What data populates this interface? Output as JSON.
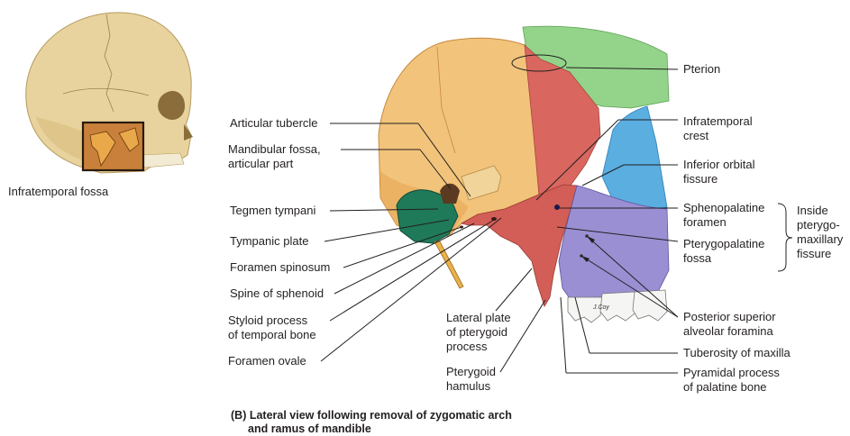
{
  "inset_caption": "Infratemporal fossa",
  "figure_caption": {
    "line1": "(B) Lateral view following removal of zygomatic arch",
    "line2": "and ramus of mandible"
  },
  "labels_left": {
    "articular_tubercle": "Articular tubercle",
    "mandibular_fossa_1": "Mandibular fossa,",
    "mandibular_fossa_2": "articular part",
    "tegmen_tympani": "Tegmen tympani",
    "tympanic_plate": "Tympanic plate",
    "foramen_spinosum": "Foramen spinosum",
    "spine_of_sphenoid": "Spine of sphenoid",
    "styloid_1": "Styloid process",
    "styloid_2": "of temporal bone",
    "foramen_ovale": "Foramen ovale"
  },
  "labels_center": {
    "lateral_plate_1": "Lateral plate",
    "lateral_plate_2": "of pterygoid",
    "lateral_plate_3": "process",
    "hamulus_1": "Pterygoid",
    "hamulus_2": "hamulus"
  },
  "labels_right": {
    "pterion": "Pterion",
    "infratemporal_crest_1": "Infratemporal",
    "infratemporal_crest_2": "crest",
    "inferior_orbital_1": "Inferior orbital",
    "inferior_orbital_2": "fissure",
    "sphenopalatine_1": "Sphenopalatine",
    "sphenopalatine_2": "foramen",
    "pterygopalatine_1": "Pterygopalatine",
    "pterygopalatine_2": "fossa",
    "posterior_superior_1": "Posterior superior",
    "posterior_superior_2": "alveolar foramina",
    "tuberosity": "Tuberosity of maxilla",
    "pyramidal_1": "Pyramidal process",
    "pyramidal_2": "of palatine bone"
  },
  "bracket_label": {
    "line1": "Inside",
    "line2": "pterygo-",
    "line3": "maxillary",
    "line4": "fissure"
  },
  "signature": "J.Coy",
  "colors": {
    "temporal": "#f2c37a",
    "sphenoid": "#d9675f",
    "frontal": "#93d48a",
    "zygomatic_cut": "#5aaee0",
    "maxilla": "#9a8fd3",
    "tympanic": "#1f7a5a",
    "skull": "#e8d39e",
    "teeth": "#f4f4f4"
  }
}
